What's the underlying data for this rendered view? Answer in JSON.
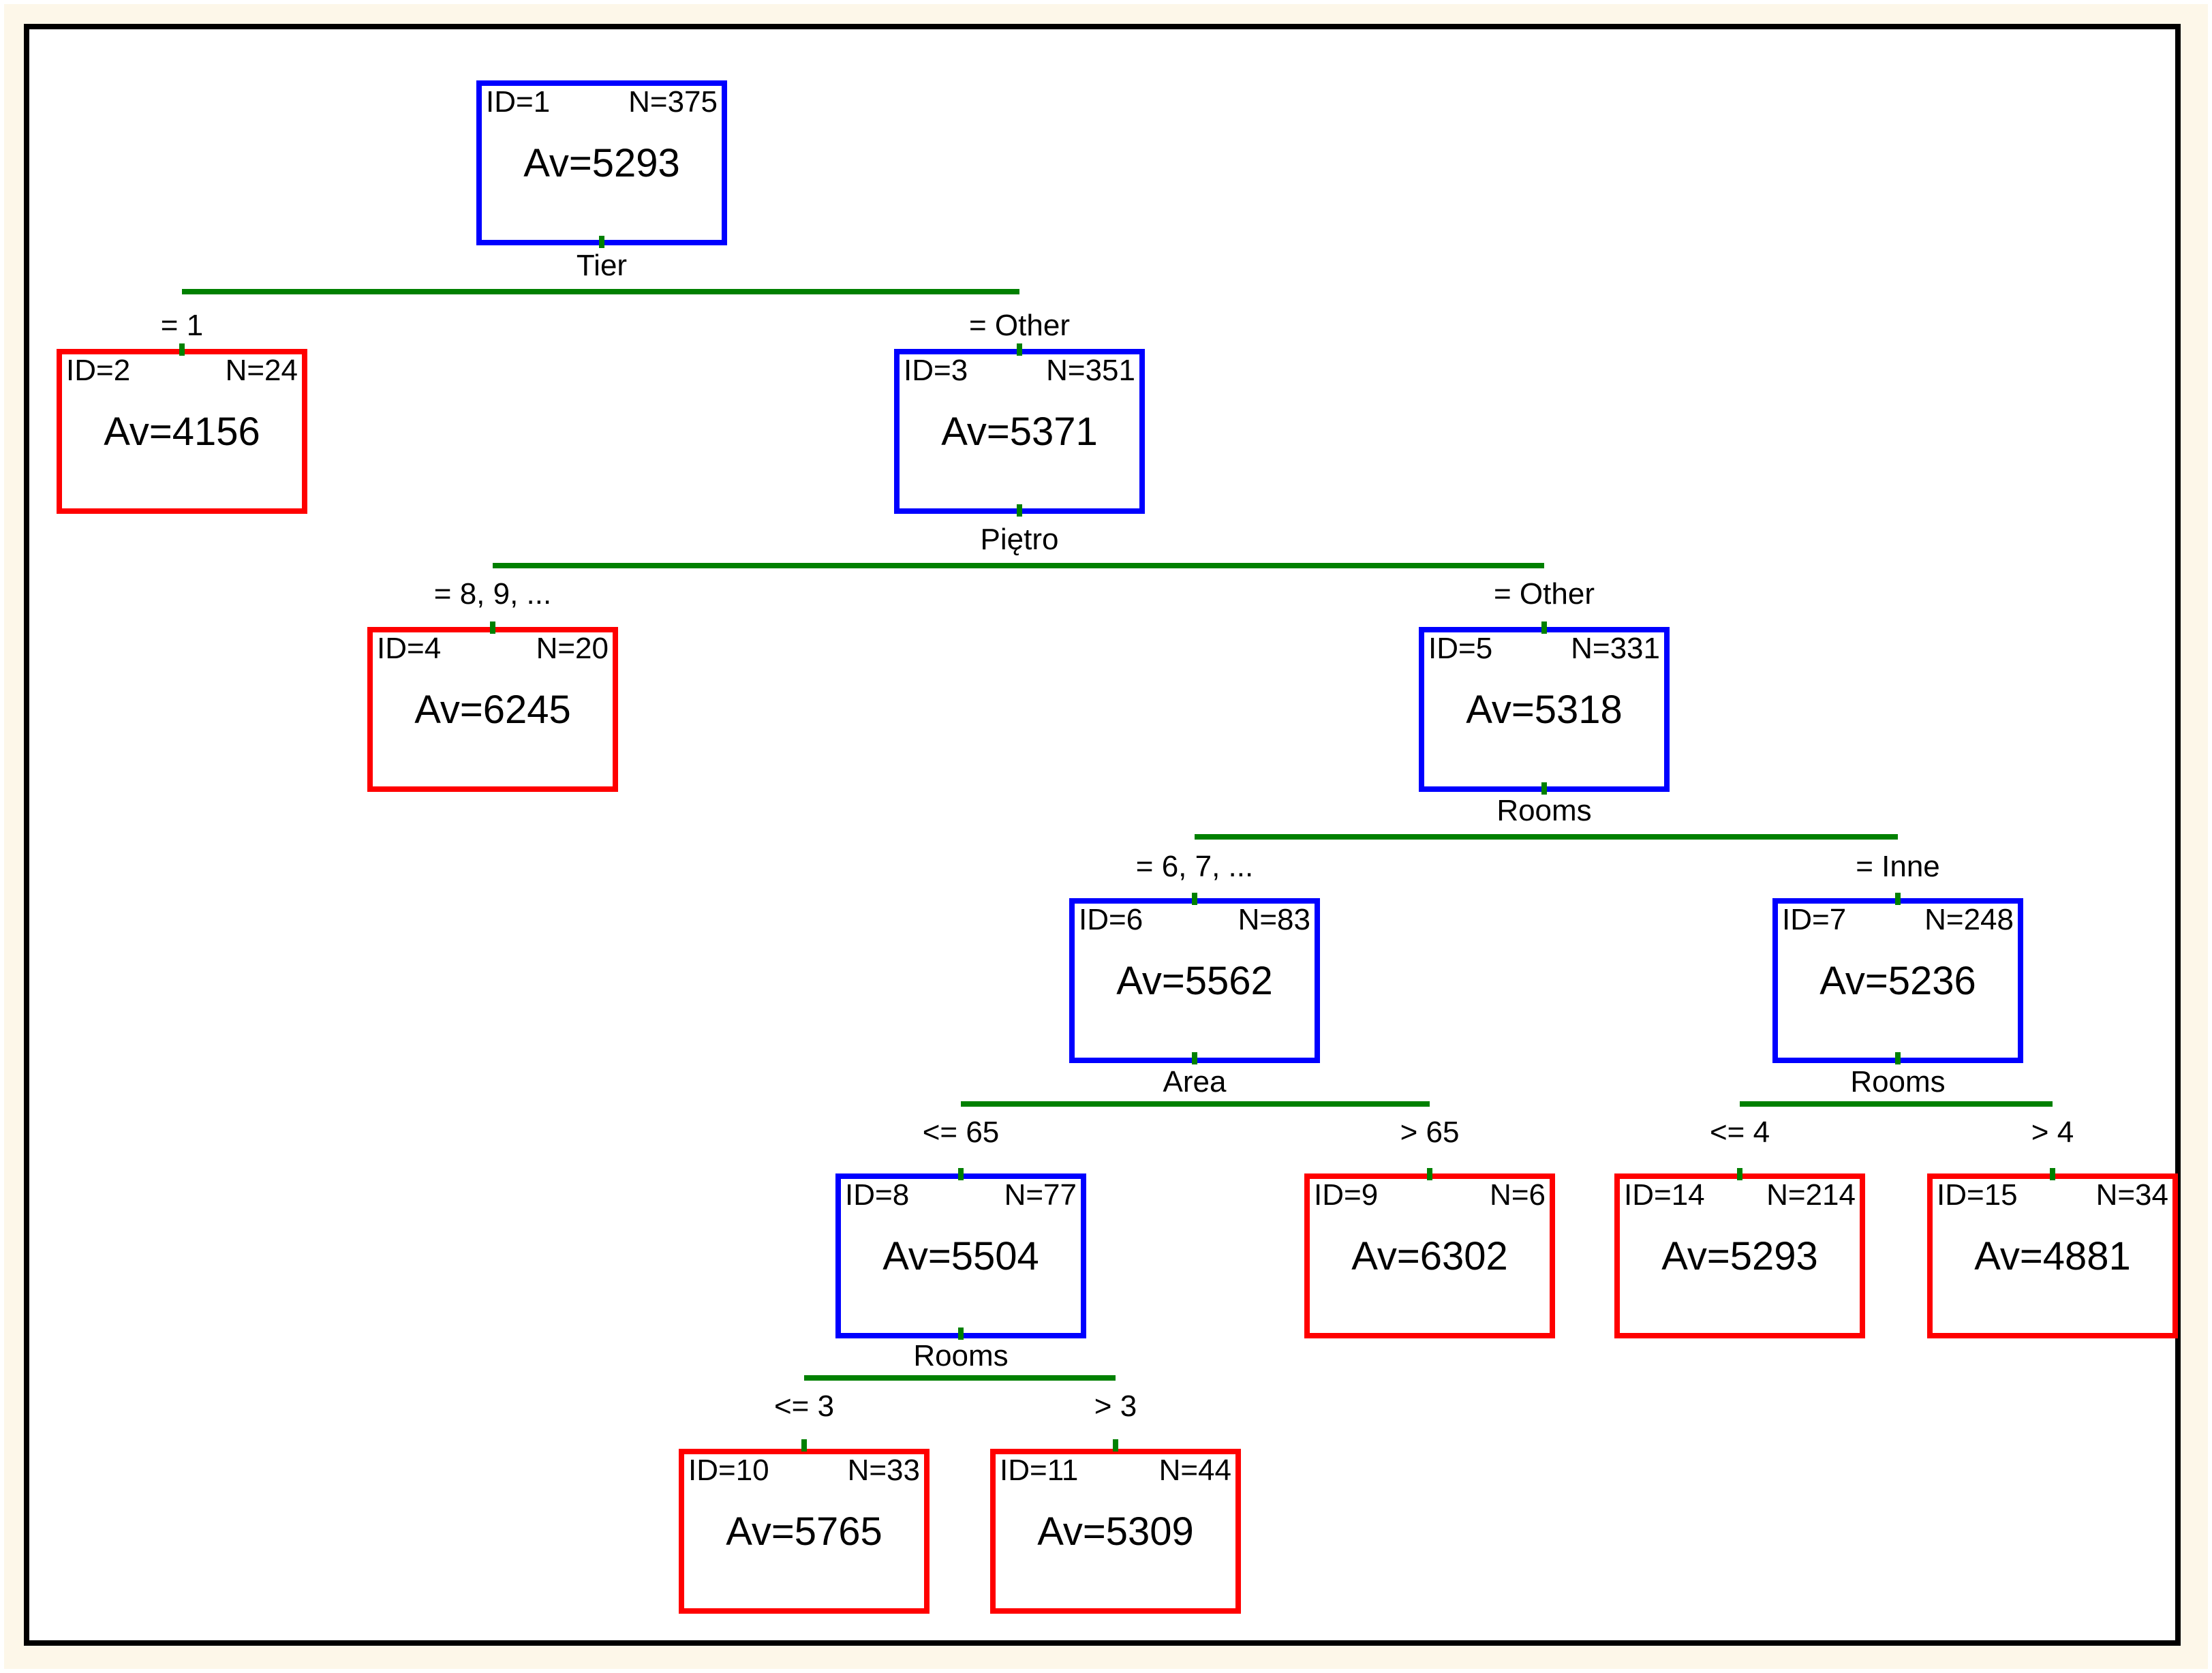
{
  "diagram": {
    "type": "decision-tree",
    "description": "Regression tree of 375 cases splitting on Tier, Piętro, Rooms and Area with average (Av) values per node",
    "colors": {
      "outer_mat": "#FDF7E9",
      "frame_border": "#000000",
      "canvas": "#FFFFFF",
      "split_node_border": "#0000FF",
      "terminal_node_border": "#FF0000",
      "connector_line": "#008000",
      "text": "#000000"
    },
    "nodes": {
      "n1": {
        "id": "ID=1",
        "n": "N=375",
        "av": "Av=5293",
        "color": "blue"
      },
      "n2": {
        "id": "ID=2",
        "n": "N=24",
        "av": "Av=4156",
        "color": "red"
      },
      "n3": {
        "id": "ID=3",
        "n": "N=351",
        "av": "Av=5371",
        "color": "blue"
      },
      "n4": {
        "id": "ID=4",
        "n": "N=20",
        "av": "Av=6245",
        "color": "red"
      },
      "n5": {
        "id": "ID=5",
        "n": "N=331",
        "av": "Av=5318",
        "color": "blue"
      },
      "n6": {
        "id": "ID=6",
        "n": "N=83",
        "av": "Av=5562",
        "color": "blue"
      },
      "n7": {
        "id": "ID=7",
        "n": "N=248",
        "av": "Av=5236",
        "color": "blue"
      },
      "n8": {
        "id": "ID=8",
        "n": "N=77",
        "av": "Av=5504",
        "color": "blue"
      },
      "n9": {
        "id": "ID=9",
        "n": "N=6",
        "av": "Av=6302",
        "color": "red"
      },
      "n14": {
        "id": "ID=14",
        "n": "N=214",
        "av": "Av=5293",
        "color": "red"
      },
      "n15": {
        "id": "ID=15",
        "n": "N=34",
        "av": "Av=4881",
        "color": "red"
      },
      "n10": {
        "id": "ID=10",
        "n": "N=33",
        "av": "Av=5765",
        "color": "red"
      },
      "n11": {
        "id": "ID=11",
        "n": "N=44",
        "av": "Av=5309",
        "color": "red"
      }
    },
    "splits": {
      "s1": {
        "parent": "ID=1",
        "variable": "Tier",
        "left_label": "= 1",
        "right_label": "= Other",
        "left_child": "ID=2",
        "right_child": "ID=3"
      },
      "s2": {
        "parent": "ID=3",
        "variable": "Piętro",
        "left_label": "= 8, 9, ...",
        "right_label": "= Other",
        "left_child": "ID=4",
        "right_child": "ID=5"
      },
      "s3": {
        "parent": "ID=5",
        "variable": "Rooms",
        "left_label": "= 6, 7, ...",
        "right_label": "= Inne",
        "left_child": "ID=6",
        "right_child": "ID=7"
      },
      "s4": {
        "parent": "ID=6",
        "variable": "Area",
        "left_label": "<= 65",
        "right_label": "> 65",
        "left_child": "ID=8",
        "right_child": "ID=9"
      },
      "s5": {
        "parent": "ID=7",
        "variable": "Rooms",
        "left_label": "<= 4",
        "right_label": "> 4",
        "left_child": "ID=14",
        "right_child": "ID=15"
      },
      "s6": {
        "parent": "ID=8",
        "variable": "Rooms",
        "left_label": "<= 3",
        "right_label": "> 3",
        "left_child": "ID=10",
        "right_child": "ID=11"
      }
    }
  }
}
